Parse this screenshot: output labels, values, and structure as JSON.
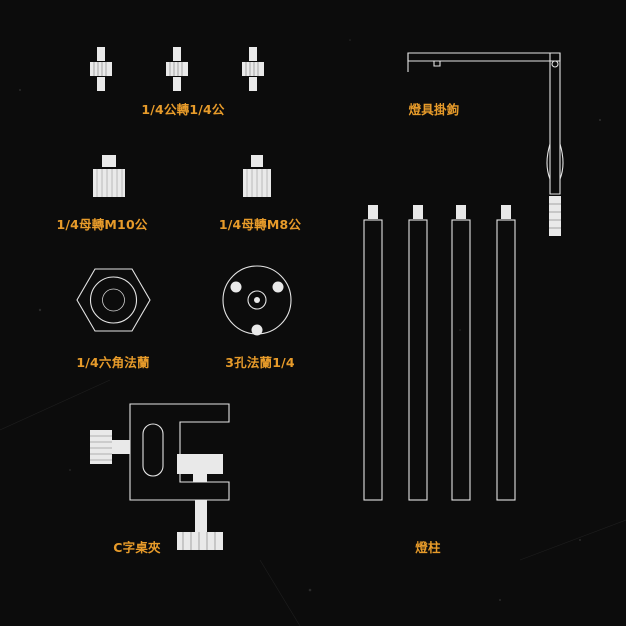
{
  "labels": {
    "coupler_14_14": "1/4公轉1/4公",
    "lamp_hook": "燈具掛鉤",
    "adapter_m10": "1/4母轉M10公",
    "adapter_m8": "1/4母轉M8公",
    "hex_flange": "1/4六角法蘭",
    "three_hole_flange": "3孔法蘭1/4",
    "c_clamp": "C字桌夾",
    "lamp_pole": "燈柱"
  },
  "colors": {
    "background": "#0c0c0c",
    "label": "#e79b2a",
    "line": "#e4e4e4"
  }
}
